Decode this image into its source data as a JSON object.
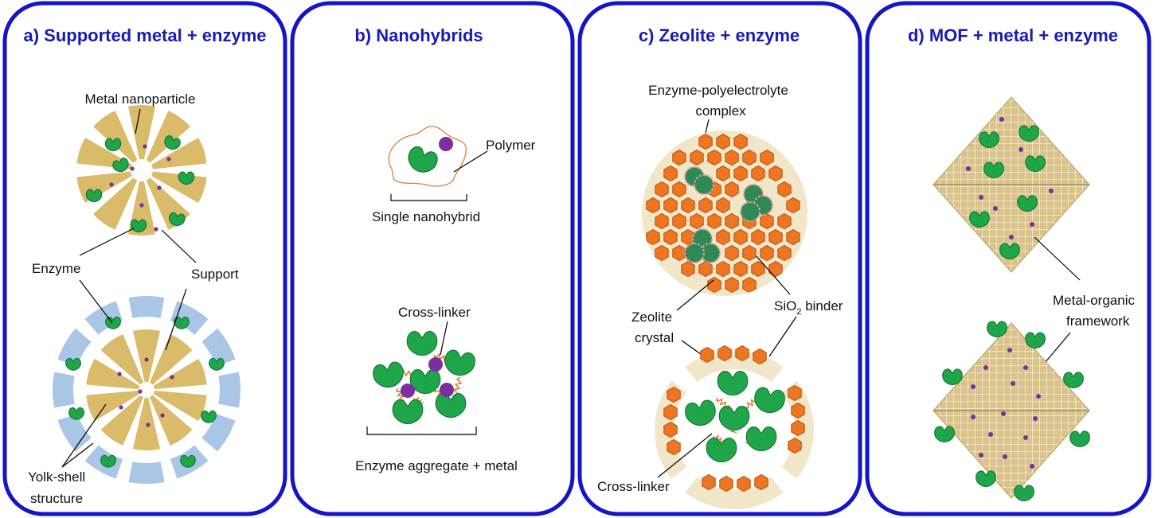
{
  "colors": {
    "frame": "#1414c8",
    "title": "#1a1ab4",
    "support": "#d9bb6a",
    "shell": "#a9c6e6",
    "enzyme": "#1fa64a",
    "enzyme_stroke": "#0c6b2c",
    "metal": "#7a2ea0",
    "polymer": "#d4843a",
    "zeolite": "#ee7622",
    "zeolite_stroke": "#b64e0a",
    "binder": "#f1e6c8",
    "mof": "#d9c38a",
    "mof_grid": "#ffffff"
  },
  "icons": [
    "enzyme-icon",
    "metal-nanoparticle-icon",
    "zeolite-crystal-icon",
    "cross-linker-icon"
  ],
  "panels": {
    "a": {
      "title": "a) Supported metal + enzyme",
      "labels": {
        "metal_nanoparticle": "Metal nanoparticle",
        "enzyme": "Enzyme",
        "support": "Support",
        "yolk_shell_1": "Yolk-shell",
        "yolk_shell_2": "structure"
      }
    },
    "b": {
      "title": "b) Nanohybrids",
      "labels": {
        "polymer": "Polymer",
        "single_nanohybrid": "Single nanohybrid",
        "cross_linker": "Cross-linker",
        "aggregate": "Enzyme aggregate + metal"
      }
    },
    "c": {
      "title": "c) Zeolite + enzyme",
      "labels": {
        "complex_1": "Enzyme-polyelectrolyte",
        "complex_2": "complex",
        "zeolite_1": "Zeolite",
        "zeolite_2": "crystal",
        "binder_pre": "SiO",
        "binder_sub": "2",
        "binder_post": " binder",
        "cross_linker": "Cross-linker"
      }
    },
    "d": {
      "title": "d) MOF + metal + enzyme",
      "labels": {
        "mof_1": "Metal-organic",
        "mof_2": "framework"
      }
    }
  }
}
